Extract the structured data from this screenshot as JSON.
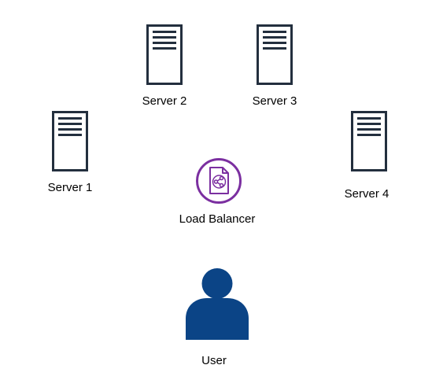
{
  "colors": {
    "server_stroke": "#232f3e",
    "load_balancer": "#7b2fa0",
    "user": "#0b4486",
    "background": "#ffffff",
    "text": "#000000"
  },
  "servers": [
    {
      "label": "Server 1",
      "icon": "server-icon"
    },
    {
      "label": "Server 2",
      "icon": "server-icon"
    },
    {
      "label": "Server 3",
      "icon": "server-icon"
    },
    {
      "label": "Server 4",
      "icon": "server-icon"
    }
  ],
  "load_balancer": {
    "label": "Load Balancer",
    "icon": "load-balancer-icon"
  },
  "user": {
    "label": "User",
    "icon": "user-icon"
  }
}
